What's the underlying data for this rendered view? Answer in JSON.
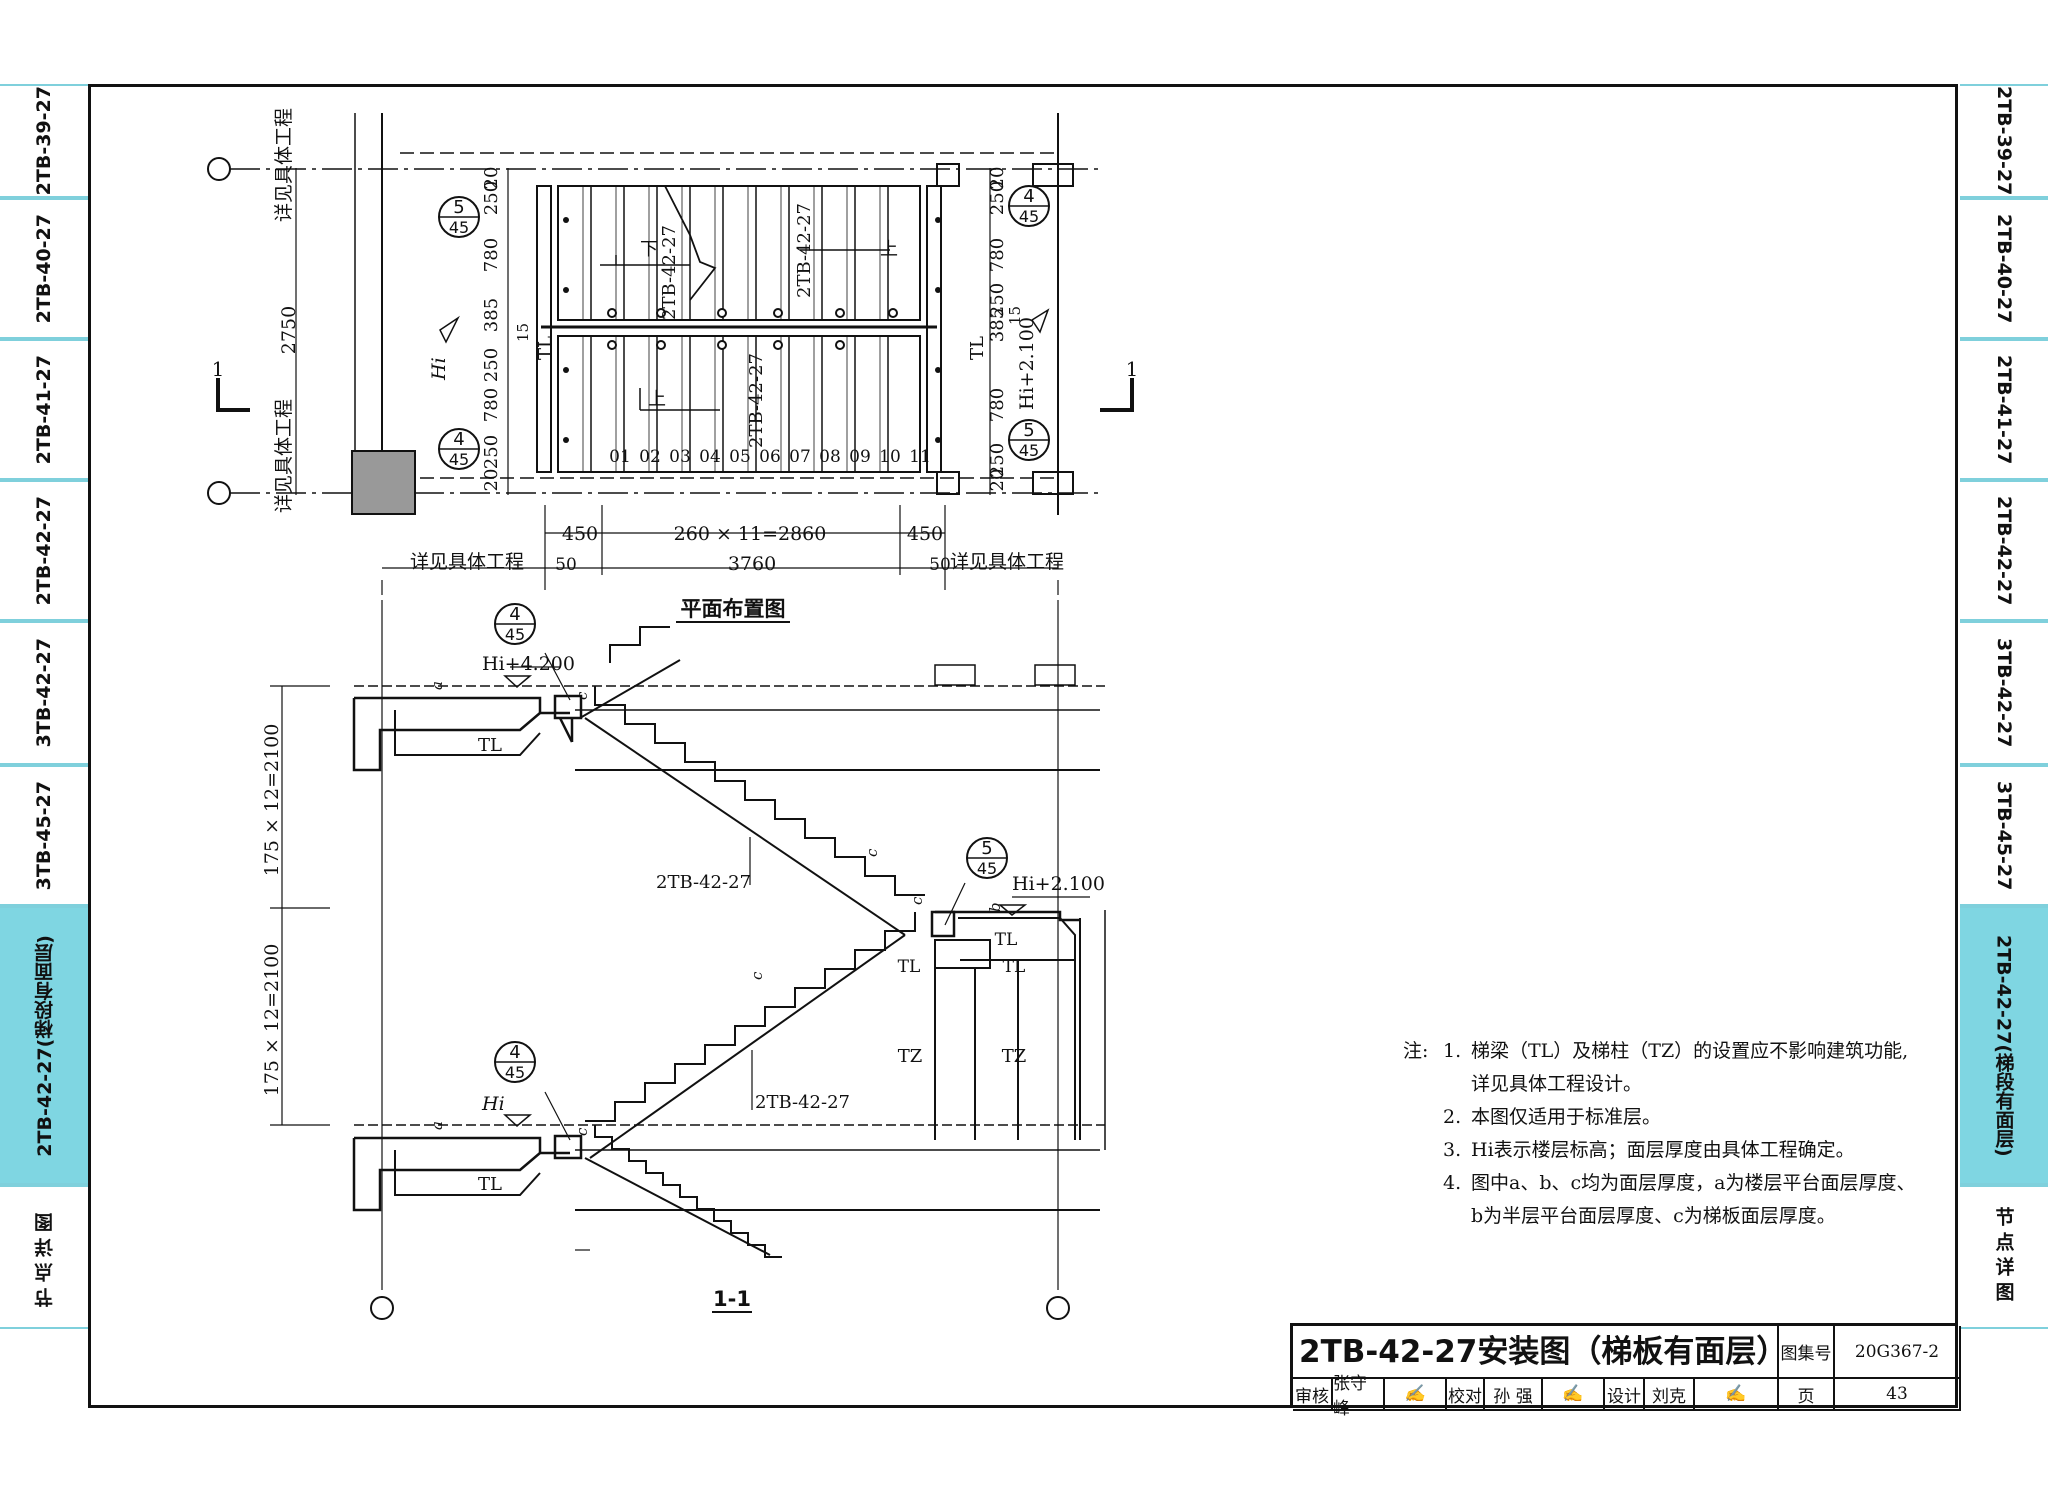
{
  "side_tabs": [
    {
      "label": "2TB-39-27"
    },
    {
      "label": "2TB-40-27"
    },
    {
      "label": "2TB-41-27"
    },
    {
      "label": "2TB-42-27"
    },
    {
      "label": "3TB-42-27"
    },
    {
      "label": "3TB-45-27"
    },
    {
      "label": "2TB-42-27(梯段有面层)",
      "active": true
    },
    {
      "label": "节点详图"
    }
  ],
  "plan": {
    "title": "平面布置图",
    "see_project": "详见具体工程",
    "dims_left": [
      "20",
      "250",
      "780",
      "385",
      "250",
      "780",
      "250",
      "20"
    ],
    "dims_left_total": "2750",
    "dims_right": [
      "20",
      "250",
      "780",
      "250",
      "385",
      "780",
      "250",
      "20"
    ],
    "dim_step_run": "260 × 11=2860",
    "dim_landing": "450",
    "dim_total": "3760",
    "dim_edge": "50",
    "elev_hi": "Hi",
    "elev_mid": "Hi+2.100",
    "tl": "TL",
    "small_15": "15",
    "flight_label": "2TB-42-27",
    "dir_up": "上",
    "dir_down": "下",
    "step_numbers": [
      "01",
      "02",
      "03",
      "04",
      "05",
      "06",
      "07",
      "08",
      "09",
      "10",
      "11"
    ],
    "detail_callouts": [
      {
        "num": "5",
        "sheet": "45"
      },
      {
        "num": "4",
        "sheet": "45"
      },
      {
        "num": "4",
        "sheet": "45"
      },
      {
        "num": "5",
        "sheet": "45"
      }
    ],
    "section_mark": "1"
  },
  "section": {
    "title": "1-1",
    "elev_top": "Hi+4.200",
    "elev_mid": "Hi+2.100",
    "elev_bot": "Hi",
    "dim_upper": "175 × 12=2100",
    "dim_lower": "175 × 12=2100",
    "flight_upper": "2TB-42-27",
    "flight_lower": "2TB-42-27",
    "tl": "TL",
    "tz": "TZ",
    "a": "a",
    "b": "b",
    "c": "c",
    "callouts": [
      {
        "num": "4",
        "sheet": "45"
      },
      {
        "num": "5",
        "sheet": "45"
      },
      {
        "num": "4",
        "sheet": "45"
      }
    ]
  },
  "notes": {
    "prefix": "注:",
    "items": [
      {
        "num": "1.",
        "lines": [
          "梯梁（TL）及梯柱（TZ）的设置应不影响建筑功能,",
          "详见具体工程设计。"
        ]
      },
      {
        "num": "2.",
        "lines": [
          "本图仅适用于标准层。"
        ]
      },
      {
        "num": "3.",
        "lines": [
          "Hi表示楼层标高；面层厚度由具体工程确定。"
        ]
      },
      {
        "num": "4.",
        "lines": [
          "图中a、b、c均为面层厚度，a为楼层平台面层厚度、",
          "b为半层平台面层厚度、c为梯板面层厚度。"
        ]
      }
    ]
  },
  "title_block": {
    "title": "2TB-42-27安装图（梯板有面层）",
    "atlas_label": "图集号",
    "atlas_no": "20G367-2",
    "review_label": "审核",
    "reviewer": "张守峰",
    "check_label": "校对",
    "checker": "孙 强",
    "design_label": "设计",
    "designer": "刘克",
    "page_label": "页",
    "page_no": "43"
  }
}
